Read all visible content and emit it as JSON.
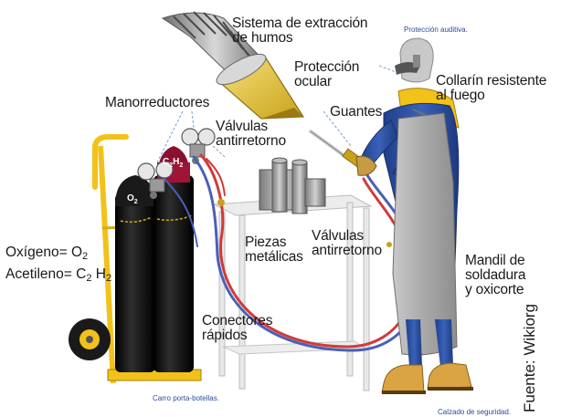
{
  "labels": {
    "extraction": "Sistema de extracción\nde humos",
    "eye_protection": "Protección\nocular",
    "collar": "Collarín resistente\nal fuego",
    "gloves": "Guantes",
    "regulators": "Manorreductores",
    "valves_top": "Válvulas\nantirretorno",
    "pieces": "Piezas\nmetálicas",
    "valves_bottom": "Válvulas\nantirretorno",
    "apron": "Mandil de\nsoldadura\ny oxicorte",
    "connectors": "Conectores\nrápidos"
  },
  "small_labels": {
    "hearing": "Protección auditiva.",
    "cart": "Carro porta-botellas.",
    "shoes": "Calzado de seguridad."
  },
  "formulas": {
    "oxygen_name": "Oxígeno= O",
    "oxygen_sub": "2",
    "acetylene_name": "Acetileno= C",
    "acetylene_sub1": "2",
    "acetylene_mid": "H",
    "acetylene_sub2": "2"
  },
  "cylinders": {
    "oxygen_main": "O",
    "oxygen_sub": "2",
    "acetylene_c": "C",
    "acetylene_c_sub": "2",
    "acetylene_h": "H",
    "acetylene_h_sub": "2"
  },
  "source": "Fuente: Wikiorg",
  "colors": {
    "cart_yellow": "#f2c21a",
    "cylinder_black": "#111111",
    "cylinder_maroon": "#8a1030",
    "hose_red": "#d23a3a",
    "hose_blue": "#4a5fb8",
    "suit_blue": "#2c4fa0",
    "apron_gray": "#b7b7b7",
    "boot_tan": "#d9a441"
  }
}
